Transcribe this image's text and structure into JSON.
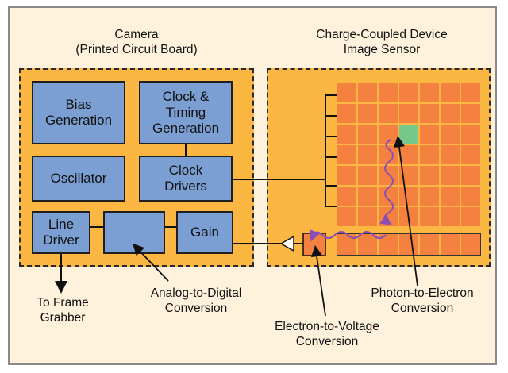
{
  "camera": {
    "title_line1": "Camera",
    "title_line2": "(Printed Circuit Board)",
    "blocks": {
      "bias": "Bias Generation",
      "clock_timing": "Clock & Timing Generation",
      "oscillator": "Oscillator",
      "clock_drivers": "Clock Drivers",
      "line_driver": "Line Driver",
      "adc": "",
      "gain": "Gain"
    }
  },
  "sensor": {
    "title_line1": "Charge-Coupled Device",
    "title_line2": "Image Sensor"
  },
  "callouts": {
    "frame_grabber_line1": "To Frame",
    "frame_grabber_line2": "Grabber",
    "adc_line1": "Analog-to-Digital",
    "adc_line2": "Conversion",
    "e2v_line1": "Electron-to-Voltage",
    "e2v_line2": "Conversion",
    "p2e_line1": "Photon-to-Electron",
    "p2e_line2": "Conversion"
  },
  "colors": {
    "background": "#fef2dc",
    "region_fill": "#fbb741",
    "block_fill": "#7b9fd3",
    "pixel_fill": "#f4813f",
    "lit_pixel": "#76c98a",
    "charge_path": "#8a4fb5"
  }
}
